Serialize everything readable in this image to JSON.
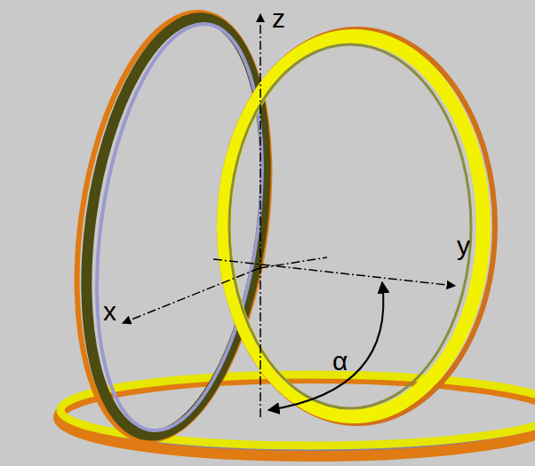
{
  "diagram": {
    "labels": [
      "z",
      "x",
      "y",
      "α"
    ]
  }
}
